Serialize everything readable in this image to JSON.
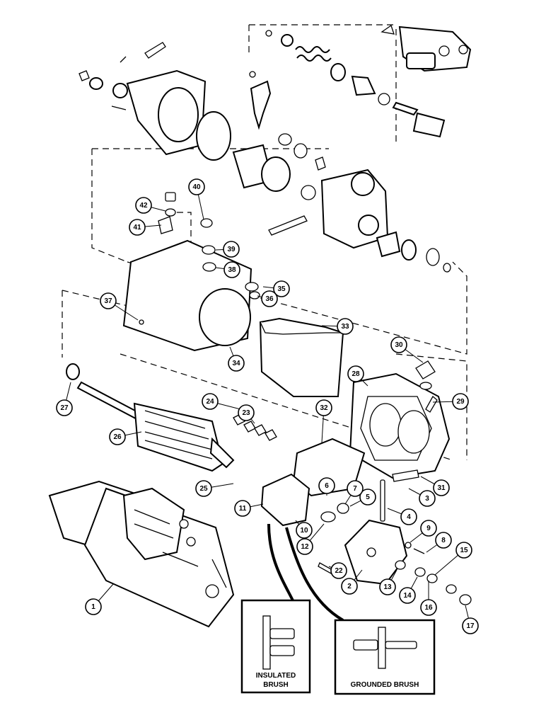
{
  "diagram": {
    "callouts": [
      "1",
      "2",
      "3",
      "4",
      "5",
      "6",
      "7",
      "8",
      "9",
      "10",
      "11",
      "12",
      "13",
      "14",
      "15",
      "16",
      "17",
      "22",
      "23",
      "24",
      "25",
      "26",
      "27",
      "28",
      "29",
      "30",
      "31",
      "32",
      "33",
      "34",
      "35",
      "36",
      "37",
      "38",
      "39",
      "40",
      "41",
      "42"
    ],
    "insets": {
      "insulated": "INSULATED BRUSH",
      "insulated_line1": "INSULATED",
      "insulated_line2": "BRUSH",
      "grounded": "GROUNDED BRUSH"
    }
  }
}
